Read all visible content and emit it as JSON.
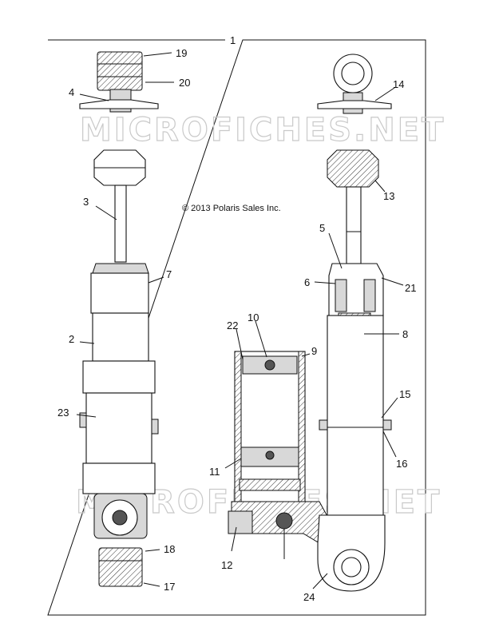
{
  "copyright": "© 2013 Polaris Sales Inc.",
  "watermark": "MICROFICHES.NET",
  "callouts": {
    "c1": "1",
    "c2": "2",
    "c3": "3",
    "c4": "4",
    "c5": "5",
    "c6": "6",
    "c7": "7",
    "c8": "8",
    "c9": "9",
    "c10": "10",
    "c11": "11",
    "c12": "12",
    "c13": "13",
    "c14": "14",
    "c15": "15",
    "c16": "16",
    "c17": "17",
    "c18": "18",
    "c19": "19",
    "c20": "20",
    "c21": "21",
    "c22": "22",
    "c23": "23",
    "c24": "24"
  }
}
